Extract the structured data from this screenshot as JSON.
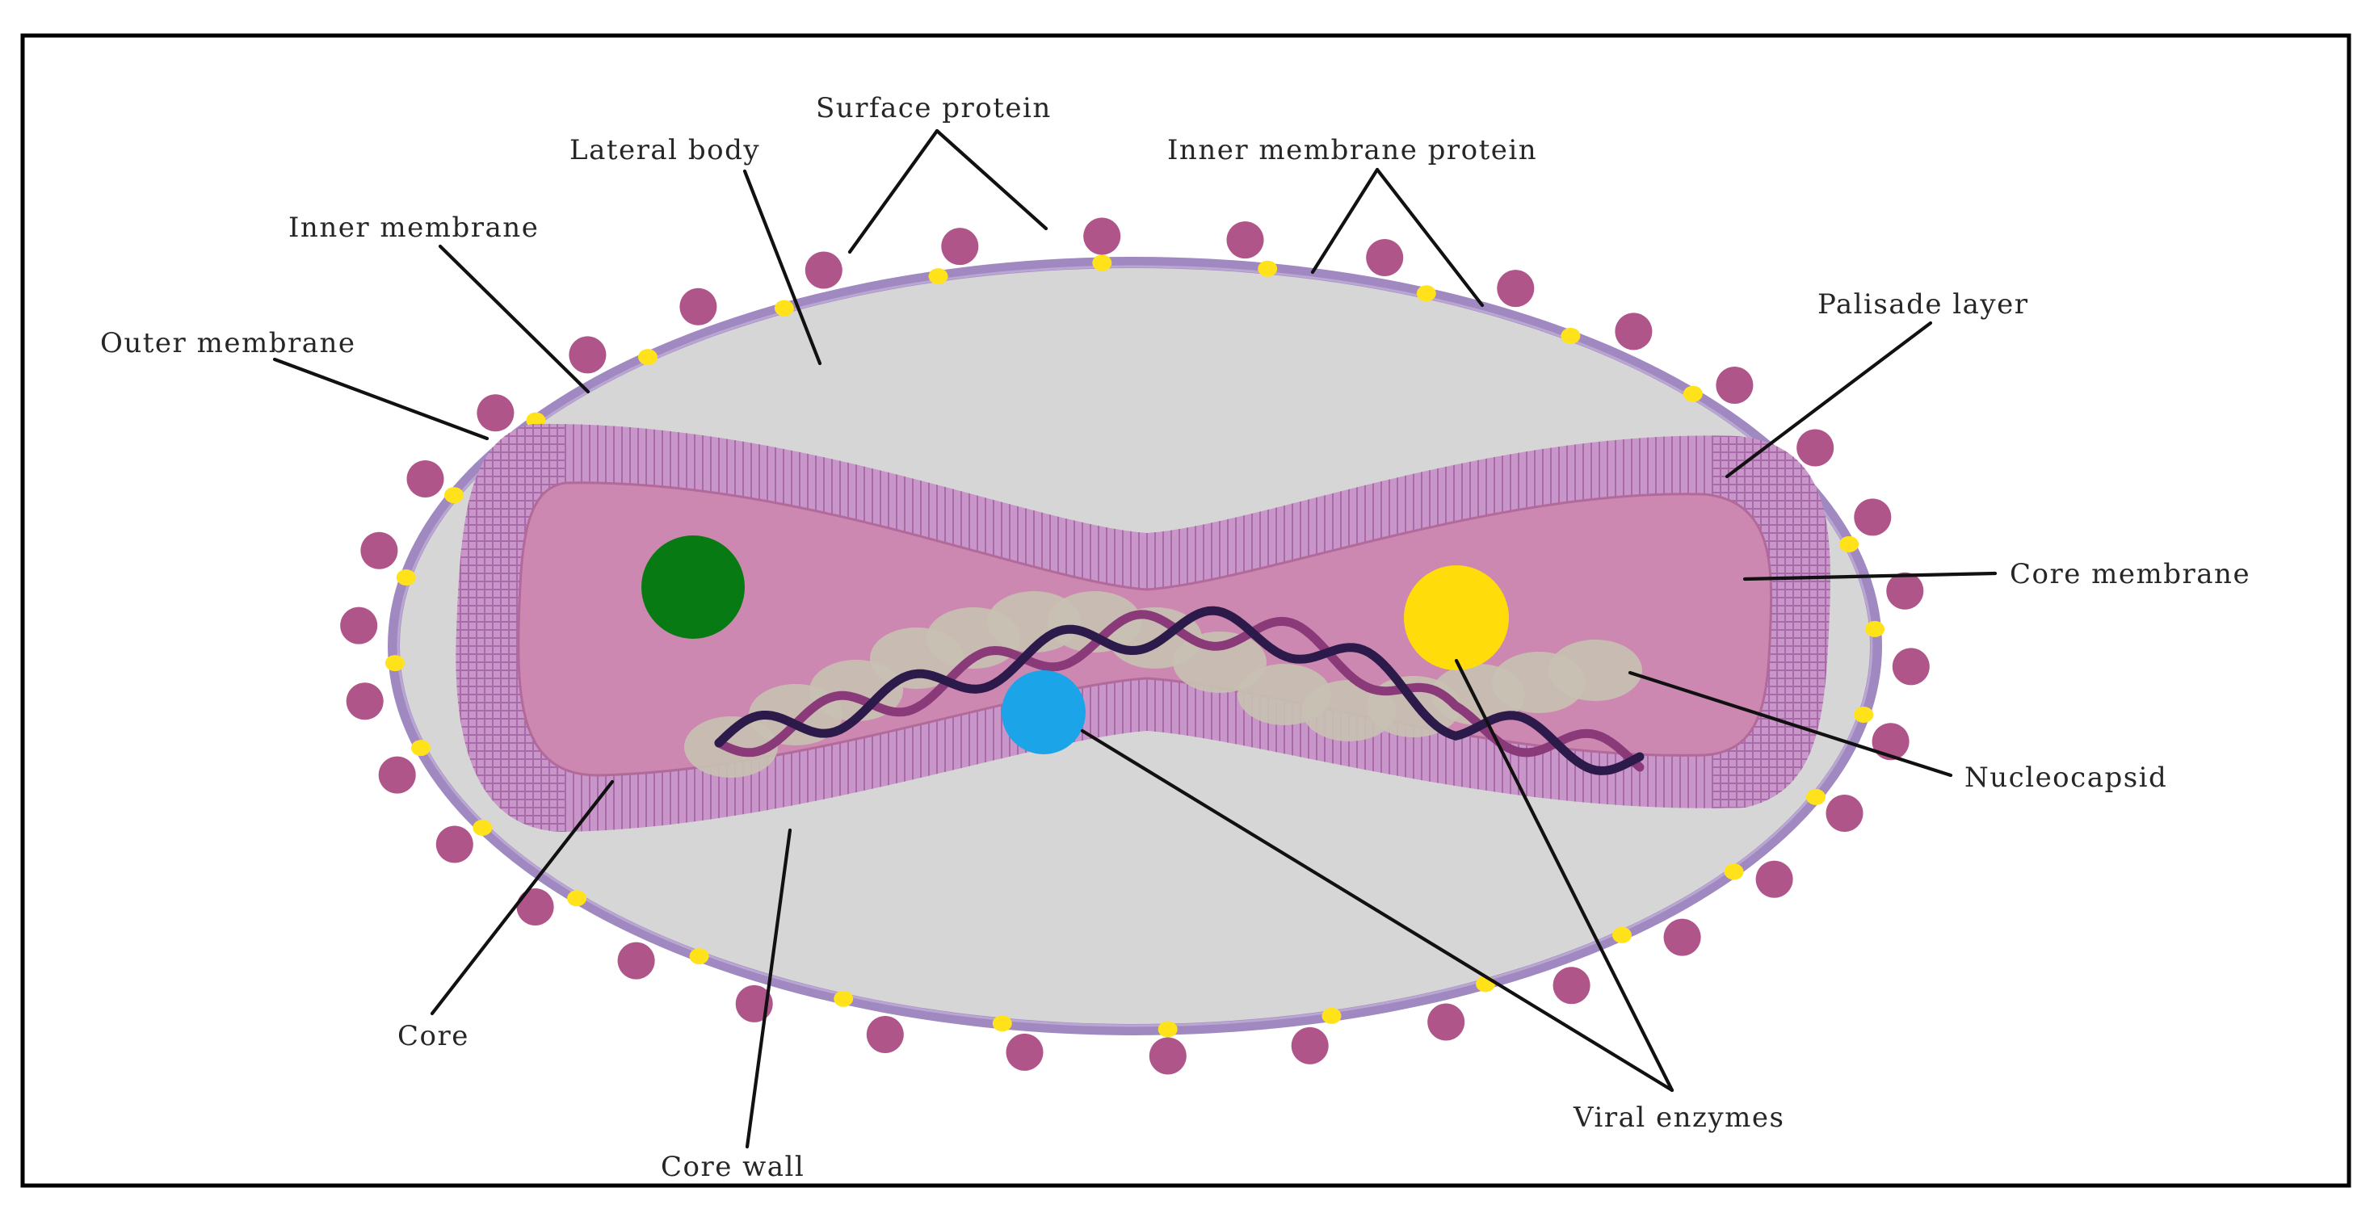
{
  "labels": {
    "surface_protein": "Surface protein",
    "lateral_body": "Lateral body",
    "inner_membrane_protein": "Inner membrane protein",
    "inner_membrane": "Inner membrane",
    "outer_membrane": "Outer membrane",
    "palisade_layer": "Palisade layer",
    "core_membrane": "Core membrane",
    "nucleocapsid": "Nucleocapsid",
    "core": "Core",
    "core_wall": "Core wall",
    "viral_enzymes": "Viral enzymes"
  },
  "colors": {
    "outer_membrane": "#a088c0",
    "lateral_body_fill": "#d6d6d6",
    "surface_protein": "#b0558a",
    "inner_membrane_protein": "#ffe21a",
    "palisade": "#c896c8",
    "core_fill": "#cc88b0",
    "nucleocapsid_beads": "#c8c0b2",
    "dna_dark": "#2c1a4a",
    "dna_light": "#8a3a78",
    "enzyme_green": "#087a14",
    "enzyme_yellow": "#ffdc0a",
    "enzyme_blue": "#1ba5e8"
  }
}
